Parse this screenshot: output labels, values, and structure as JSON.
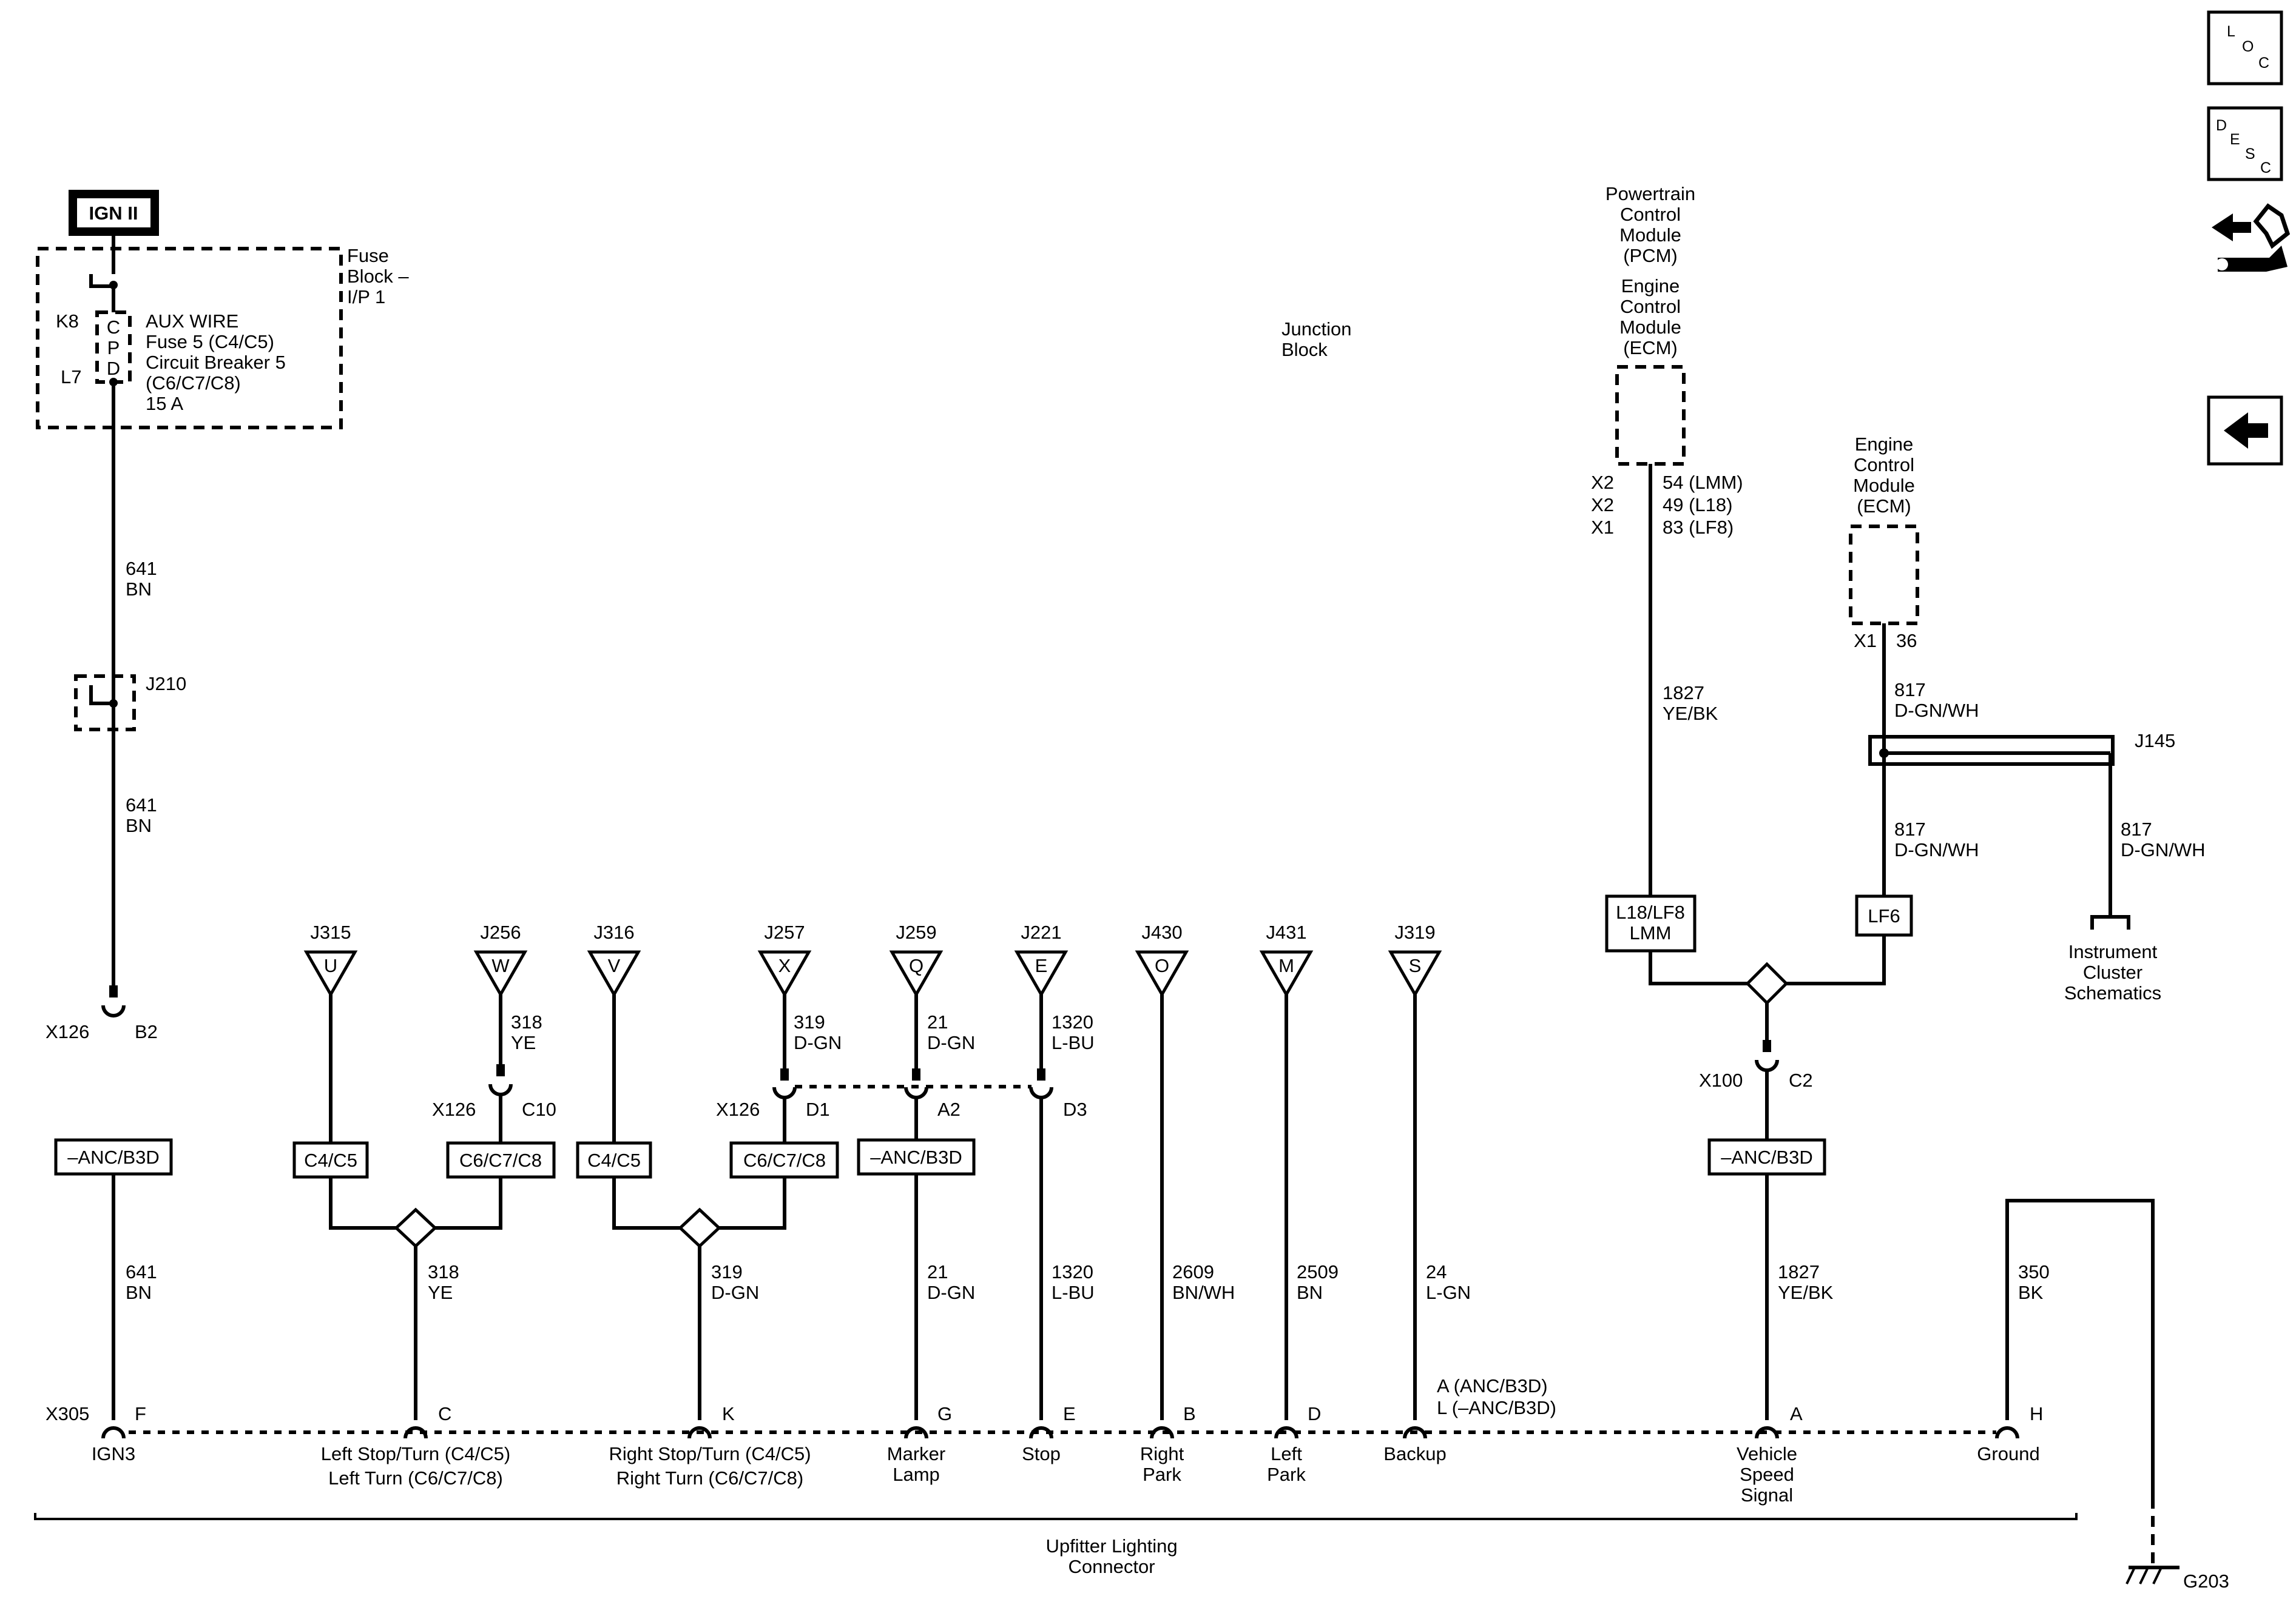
{
  "power": {
    "source": "IGN II",
    "fuse_block_lines": [
      "Fuse",
      "Block –",
      "I/P 1"
    ],
    "cpd_letters": [
      "C",
      "P",
      "D"
    ],
    "cpd_pin_top": "K8",
    "cpd_pin_bottom": "L7",
    "aux_lines": [
      "AUX WIRE",
      "Fuse 5 (C4/C5)",
      "Circuit Breaker 5",
      "(C6/C7/C8)",
      "15 A"
    ],
    "wire_upper": {
      "num": "641",
      "color": "BN"
    },
    "splice": "J210",
    "wire_lower": {
      "num": "641",
      "color": "BN"
    },
    "conn_name": "X126",
    "conn_pin": "B2",
    "option_box": "–ANC/B3D",
    "wire_bottom": {
      "num": "641",
      "color": "BN"
    }
  },
  "junction_block_lines": [
    "Junction",
    "Block"
  ],
  "pcm_lines": [
    "Powertrain",
    "Control",
    "Module",
    "(PCM)"
  ],
  "ecm_lines": [
    "Engine",
    "Control",
    "Module",
    "(ECM)"
  ],
  "pcm_pins": [
    {
      "conn": "X2",
      "pin": "54 (LMM)"
    },
    {
      "conn": "X2",
      "pin": "49 (L18)"
    },
    {
      "conn": "X1",
      "pin": "83 (LF8)"
    }
  ],
  "pcm_wire": {
    "num": "1827",
    "color": "YE/BK"
  },
  "pcm_option_lines": [
    "L18/LF8",
    "LMM"
  ],
  "ecm2_lines": [
    "Engine",
    "Control",
    "Module",
    "(ECM)"
  ],
  "ecm2_pin": {
    "conn": "X1",
    "pin": "36"
  },
  "ecm2_wire": {
    "num": "817",
    "color": "D-GN/WH"
  },
  "splice_j145": "J145",
  "ecm2_wire_down": {
    "num": "817",
    "color": "D-GN/WH"
  },
  "ecm2_option": "LF6",
  "cluster_wire": {
    "num": "817",
    "color": "D-GN/WH"
  },
  "cluster_lines": [
    "Instrument",
    "Cluster",
    "Schematics"
  ],
  "vss": {
    "conn_name": "X100",
    "conn_pin": "C2",
    "option_box": "–ANC/B3D",
    "wire": {
      "num": "1827",
      "color": "YE/BK"
    }
  },
  "ground": {
    "wire": {
      "num": "350",
      "color": "BK"
    },
    "label": "G203"
  },
  "lamp_drops": [
    {
      "id": "J315",
      "letter": "U"
    },
    {
      "id": "J256",
      "letter": "W"
    },
    {
      "id": "J316",
      "letter": "V"
    },
    {
      "id": "J257",
      "letter": "X"
    },
    {
      "id": "J259",
      "letter": "Q"
    },
    {
      "id": "J221",
      "letter": "E"
    },
    {
      "id": "J430",
      "letter": "O"
    },
    {
      "id": "J431",
      "letter": "M"
    },
    {
      "id": "J319",
      "letter": "S"
    }
  ],
  "left_turn": {
    "j256_wire": {
      "num": "318",
      "color": "YE"
    },
    "conn_name": "X126",
    "conn_pin": "C10",
    "box_a": "C4/C5",
    "box_b": "C6/C7/C8",
    "wire": {
      "num": "318",
      "color": "YE"
    }
  },
  "right_turn": {
    "j257_wire": {
      "num": "319",
      "color": "D-GN"
    },
    "conn_name": "X126",
    "conn_pin": "D1",
    "box_a": "C4/C5",
    "box_b": "C6/C7/C8",
    "wire": {
      "num": "319",
      "color": "D-GN"
    }
  },
  "marker": {
    "j259_wire": {
      "num": "21",
      "color": "D-GN"
    },
    "conn_pin": "A2",
    "option_box": "–ANC/B3D",
    "wire": {
      "num": "21",
      "color": "D-GN"
    }
  },
  "stop": {
    "j221_wire": {
      "num": "1320",
      "color": "L-BU"
    },
    "conn_pin": "D3",
    "wire": {
      "num": "1320",
      "color": "L-BU"
    }
  },
  "right_park_wire": {
    "num": "2609",
    "color": "BN/WH"
  },
  "left_park_wire": {
    "num": "2509",
    "color": "BN"
  },
  "backup_wire": {
    "num": "24",
    "color": "L-GN"
  },
  "backup_pin_lines": [
    "A (ANC/B3D)",
    "L (–ANC/B3D)"
  ],
  "x305": {
    "name": "X305",
    "pins": [
      {
        "pin": "F",
        "lines": [
          "IGN3"
        ]
      },
      {
        "pin": "C",
        "lines": [
          "Left Stop/Turn (C4/C5)",
          "Left Turn (C6/C7/C8)"
        ]
      },
      {
        "pin": "K",
        "lines": [
          "Right Stop/Turn (C4/C5)",
          "Right Turn (C6/C7/C8)"
        ]
      },
      {
        "pin": "G",
        "lines": [
          "Marker",
          "Lamp"
        ]
      },
      {
        "pin": "E",
        "lines": [
          "Stop"
        ]
      },
      {
        "pin": "B",
        "lines": [
          "Right",
          "Park"
        ]
      },
      {
        "pin": "D",
        "lines": [
          "Left",
          "Park"
        ]
      },
      {
        "pin": "",
        "lines": [
          "Backup"
        ]
      },
      {
        "pin": "A",
        "lines": [
          "Vehicle",
          "Speed",
          "Signal"
        ]
      },
      {
        "pin": "H",
        "lines": [
          "Ground"
        ]
      }
    ],
    "bracket_lines": [
      "Upfitter Lighting",
      "Connector"
    ]
  },
  "nav": {
    "loc_letters": [
      "L",
      "O",
      "C"
    ],
    "desc_letters": [
      "D",
      "E",
      "S",
      "C"
    ],
    "diag_icon": "diagnostic-tools-icon",
    "back_icon": "back-arrow-icon"
  }
}
